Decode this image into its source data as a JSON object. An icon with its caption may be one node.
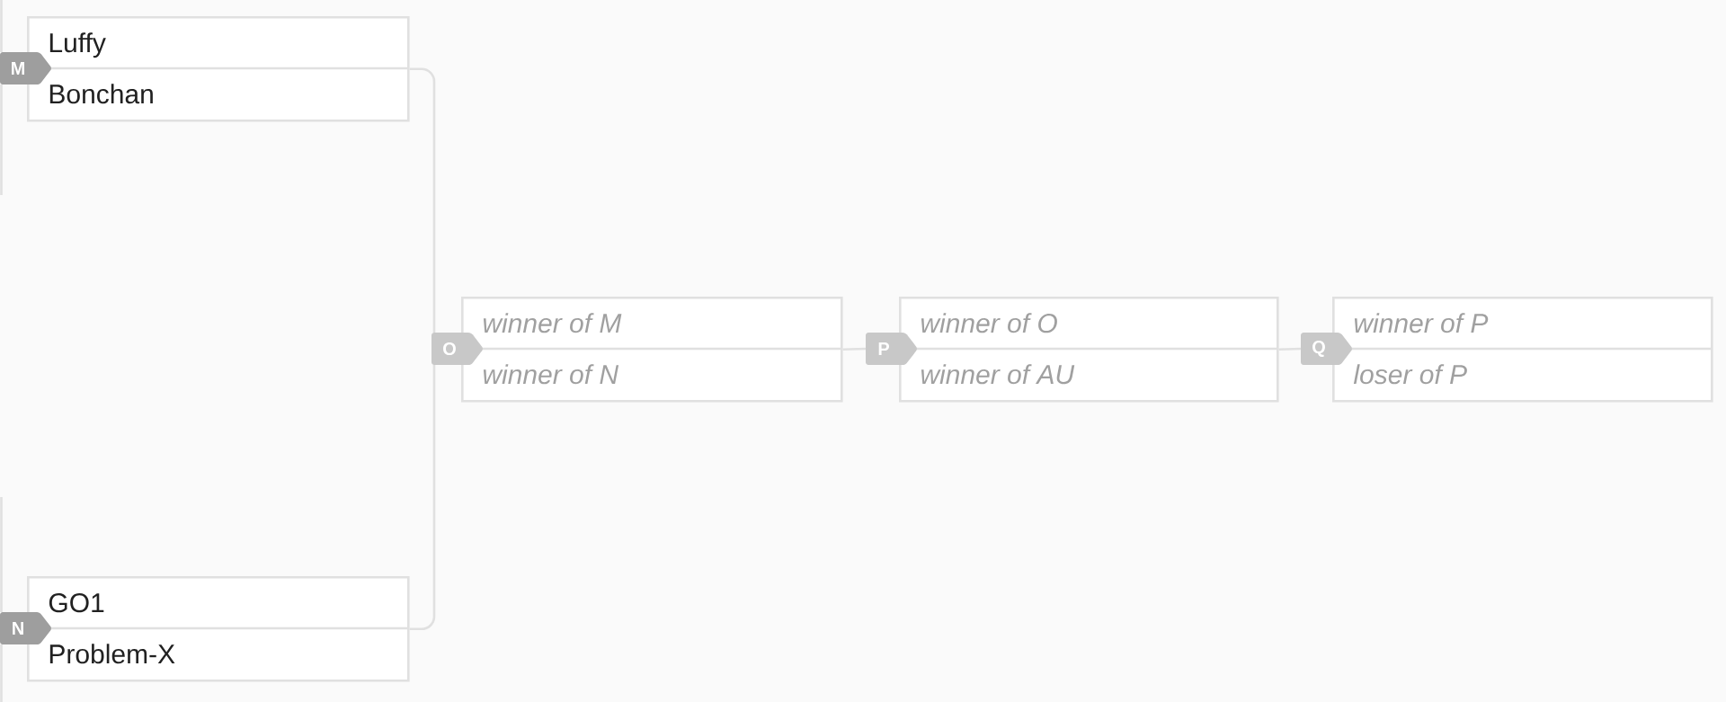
{
  "diagram": {
    "nodes": [
      {
        "text": [
          "M",
          "Luffy",
          "Bonchan"
        ]
      },
      {
        "text": [
          "N",
          "GO1",
          "Problem-X"
        ]
      },
      {
        "text": [
          "O",
          "winner of M",
          "winner of N"
        ]
      },
      {
        "text": [
          "P",
          "winner of O",
          "winner of AU"
        ]
      },
      {
        "text": [
          "Q",
          "winner of P",
          "loser of P"
        ]
      }
    ],
    "edges": [
      {
        "from": null,
        "to": 0,
        "arrow": "none"
      },
      {
        "from": null,
        "to": 0,
        "arrow": "none"
      },
      {
        "from": null,
        "to": 1,
        "arrow": "none"
      },
      {
        "from": null,
        "to": 1,
        "arrow": "none"
      },
      {
        "from": 0,
        "to": 2,
        "arrow": "none"
      },
      {
        "from": 1,
        "to": 2,
        "arrow": "none"
      },
      {
        "from": 2,
        "to": 3,
        "arrow": "none"
      },
      {
        "from": 3,
        "to": 4,
        "arrow": "none"
      }
    ]
  }
}
